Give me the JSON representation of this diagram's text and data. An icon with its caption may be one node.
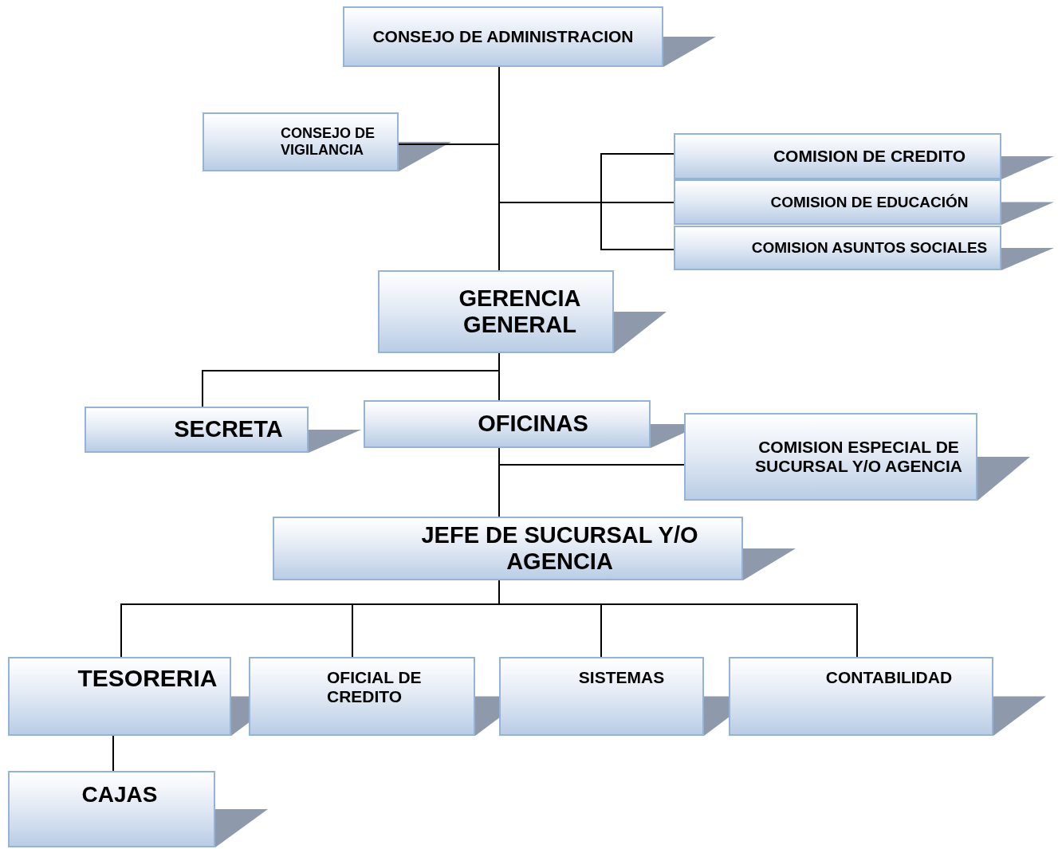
{
  "diagram": {
    "nodes": [
      {
        "text": [
          "CONSEJO DE ADMINISTRACION"
        ]
      },
      {
        "text": [
          "CONSEJO DE VIGILANCIA"
        ]
      },
      {
        "text": [
          "COMISION DE CREDITO"
        ]
      },
      {
        "text": [
          "COMISION DE EDUCACIÓN"
        ]
      },
      {
        "text": [
          "COMISION ASUNTOS SOCIALES"
        ]
      },
      {
        "text": [
          "GERENCIA GENERAL"
        ]
      },
      {
        "text": [
          "SECRETA"
        ]
      },
      {
        "text": [
          "OFICINAS"
        ]
      },
      {
        "text": [
          "COMISION ESPECIAL DE SUCURSAL Y/O AGENCIA"
        ]
      },
      {
        "text": [
          "JEFE DE SUCURSAL Y/O AGENCIA"
        ]
      },
      {
        "text": [
          "TESORERIA"
        ]
      },
      {
        "text": [
          "OFICIAL DE CREDITO"
        ]
      },
      {
        "text": [
          "SISTEMAS"
        ]
      },
      {
        "text": [
          "CONTABILIDAD"
        ]
      },
      {
        "text": [
          "CAJAS"
        ]
      }
    ],
    "edges": [
      {
        "from": 0,
        "to": 1,
        "arrow": "none"
      },
      {
        "from": 0,
        "to": 2,
        "arrow": "none"
      },
      {
        "from": 0,
        "to": 3,
        "arrow": "none"
      },
      {
        "from": 0,
        "to": 4,
        "arrow": "none"
      },
      {
        "from": 0,
        "to": 5,
        "arrow": "none"
      },
      {
        "from": 5,
        "to": 6,
        "arrow": "none"
      },
      {
        "from": 5,
        "to": 7,
        "arrow": "none"
      },
      {
        "from": 7,
        "to": 8,
        "arrow": "none"
      },
      {
        "from": 7,
        "to": 9,
        "arrow": "none"
      },
      {
        "from": 9,
        "to": 10,
        "arrow": "none"
      },
      {
        "from": 9,
        "to": 11,
        "arrow": "none"
      },
      {
        "from": 9,
        "to": 12,
        "arrow": "none"
      },
      {
        "from": 9,
        "to": 13,
        "arrow": "none"
      },
      {
        "from": 10,
        "to": 14,
        "arrow": "none"
      }
    ]
  }
}
